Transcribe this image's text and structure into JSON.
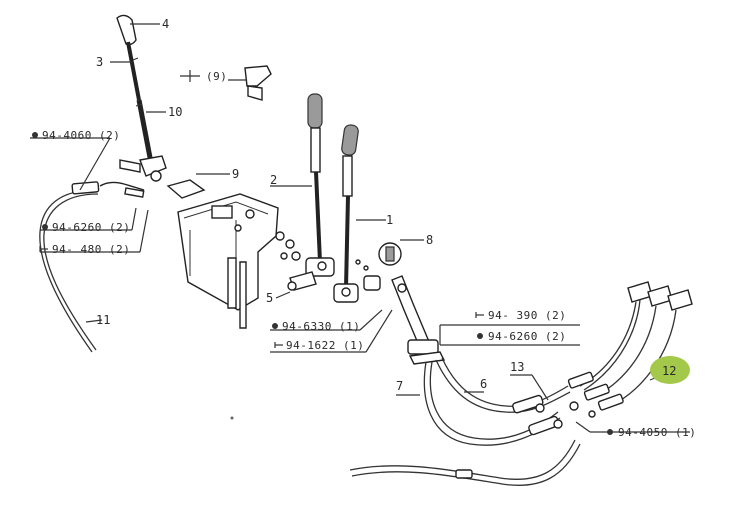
{
  "callouts": {
    "n1": "1",
    "n2": "2",
    "n3": "3",
    "n4": "4",
    "n5": "5",
    "n6": "6",
    "n7": "7",
    "n8": "8",
    "n9": "9",
    "n10": "10",
    "n11": "11",
    "n12": "12",
    "n13": "13"
  },
  "refs": {
    "r_9": "(9)",
    "r_94_4060": "94-4060 (2)",
    "r_94_6260_left": "94-6260 (2)",
    "r_94_480": "94- 480 (2)",
    "r_94_6330": "94-6330 (1)",
    "r_94_1622": "94-1622 (1)",
    "r_94_390": "94- 390 (2)",
    "r_94_6260_right": "94-6260 (2)",
    "r_94_4050": "94-4050 (1)"
  },
  "highlight_color": "#a3c84a"
}
